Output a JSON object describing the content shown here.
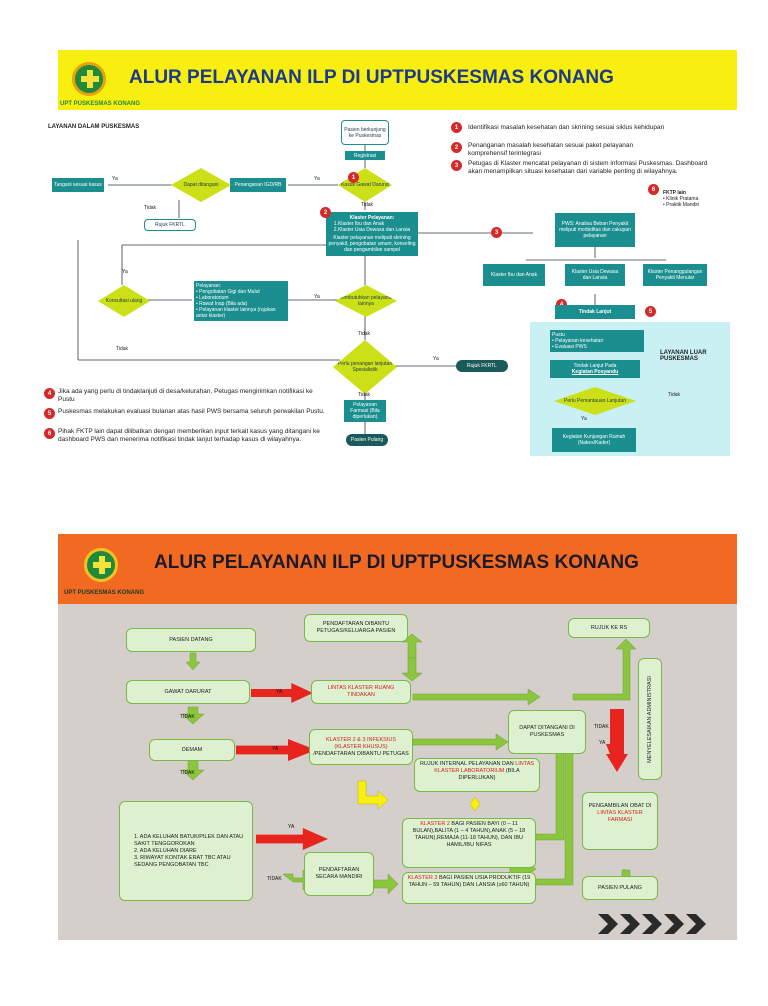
{
  "panel1": {
    "title": "ALUR PELAYANAN  ILP DI UPTPUSKESMAS KONANG",
    "logo_caption": "UPT PUSKESMAS KONANG",
    "section_inside": "LAYANAN DALAM PUSKESMAS",
    "section_outside": "LAYANAN LUAR PUSKESMAS",
    "boxes": {
      "pasien_berkunjung": "Pasien berkunjung ke Puskesmas",
      "registrasi": "Registrasi",
      "kasus_gawat": "Kasus Gawat Darurat",
      "penanganan_igd": "Penanganan IGD/RB",
      "dapat_ditangani": "Dapat ditangani",
      "tangani_sesuai": "Tangani sesuai kasus",
      "rujuk_fkrtl_1": "Rujuk FKRTL",
      "klaster_title": "Klaster Pelayanan:",
      "klaster_items": "1.Klaster Ibu dan Anak\n2.Klaster Usia Dewasa dan Lansia",
      "klaster_desc": "Klaster pelayanan meliputi skrining penyakit, pengobatan umum, konseling dan pengambilan sampel",
      "pelayanan": "Pelayanan:\n• Pengobatan Gigi dan Mulut\n• Laboratorium\n• Rawat Inap (Bila ada)\n• Pelayanan klaster lainnya (rujukan antar klaster)",
      "membutuhkan": "Membutuhkan pelayanan lainnya",
      "konsultasi": "Konsultasi ulang",
      "perlu_penanganan": "Perlu penangan lanjutan Spesialistik",
      "rujuk_fkrtl_2": "Rujuk FKRTL",
      "farmasi": "Pelayanan Farmasi (Bila diperlukan)",
      "pasien_pulang": "Pasien Pulang",
      "pws": "PWS: Analisa Beban Penyakit meliputi morbiditas dan cakupan pelayanan",
      "klaster_ibu": "Klaster Ibu dan Anak",
      "klaster_dewasa": "Klaster Usia Dewasa dan Lansia",
      "klaster_penanggulangan": "Klaster Penanggulangan Penyakit Menular",
      "tindak_lanjut": "Tindak Lanjut",
      "pustu": "Pustu\n• Pelayanan kesehatan\n• Evaluasi PWS",
      "tindak_posyandu_a": "Tindak Lanjut Pada ",
      "tindak_posyandu_b": "Kegiatan Posyandu",
      "perlu_pemantauan": "Perlu Pemantauan Lanjutan",
      "kunjungan_rumah": "Kegiatan Kunjungan Rumah (Nakes/Kader)",
      "fktp_lain_title": "FKTP lain",
      "fktp_lain_items": "• Klinik Pratama\n• Praktik Mandiri"
    },
    "labels": {
      "ya": "Ya",
      "tidak": "Tidak"
    },
    "numbers": [
      "1",
      "2",
      "3",
      "4",
      "5",
      "6"
    ],
    "notes_top": [
      {
        "n": "1",
        "text": "Identifikasi masalah kesehatan dan skrining sesuai siklus kehidupan"
      },
      {
        "n": "2",
        "text": "Penanganan masalah kesehatan sesuai paket pelayanan komprehensif terintegrasi"
      },
      {
        "n": "3",
        "text": "Petugas di Klaster mencatat pelayanan di sistem informasi Puskesmas. Dashboard akan menampilkan situasi kesehatan dari variable penting di wilayahnya."
      }
    ],
    "notes_bottom": [
      {
        "n": "4",
        "text": "Jika ada yang perlu di tindaklanjuti di desa/kelurahan, Petugas mengirimkan notifikasi ke Pustu"
      },
      {
        "n": "5",
        "text": "Puskesmas melakukan evaluasi bulanan atas hasil PWS bersama seluruh perwakilan Pustu."
      },
      {
        "n": "6",
        "text": "Pihak FKTP lain dapat dilibatkan dengan memberikan input terkait kasus yang ditangani ke dashboard PWS dan menerima notifikasi tindak lanjut terhadap kasus di wilayahnya."
      }
    ]
  },
  "panel2": {
    "title": "ALUR PELAYANAN  ILP DI UPTPUSKESMAS KONANG",
    "logo_caption": "UPT PUSKESMAS KONANG",
    "boxes": {
      "pasien_datang": "PASIEN DATANG",
      "gawat_darurat": "GAWAT DARURAT",
      "demam": "DEMAM",
      "keluhan": "1.  ADA KELUHAN BATUK/PILEK DAN ATAU SAKIT TENGGOROKAN\n2.  ADA KELUHAN DIARE\n3.  RIWAYAT KONTAK ERAT TBC ATAU SEDANG PENGOBATAN TBC",
      "pendaftaran_dibantu": "PENDAFTARAN DIBANTU PETUGAS/KELUARGA PASIEN",
      "lintas_tindakan": "LINTAS KLASTER RUANG TINDAKAN",
      "klaster_infeksius_a": "KLASTER 2 & 3 INFEKSIUS (KLASTER KHUSUS)",
      "klaster_infeksius_b": "/PENDAFTARAN DIBANTU PETUGAS",
      "rujuk_internal_a": "RUJUK INTERNAL PELAYANAN DAN ",
      "rujuk_internal_b": "LINTAS KLASTER LABORATORIUM",
      "rujuk_internal_c": " (BILA DIPERLUKAN)",
      "klaster2_a": "KLASTER 2",
      "klaster2_b": " BAGI PASIEN BAYI (0 – 11 BULAN),BALITA (1 – 4 TAHUN),ANAK (5 – 18 TAHUN),REMAJA (11-18 TAHUN), DAN IBU HAMIL/IBU NIFAS",
      "pendaftaran_mandiri": "PENDAFTARAN SECARA MANDIRI",
      "klaster3_a": "KLASTER 3",
      "klaster3_b": " BAGI PASIEN USIA PRODUKTIF (19 TAHUN – 59 TAHUN) DAN LANSIA (≥60 TAHUN)",
      "dapat_ditangani": "DAPAT DITANGANI DI PUSKESMAS",
      "rujuk_rs": "RUJUK KE RS",
      "administrasi": "MENYELESAIKAN ADMINISTRASI",
      "obat_a": "PENGAMBILAN OBAT DI ",
      "obat_b": "LINTAS KLASTER FARMASI",
      "pasien_pulang": "PASIEN PULANG"
    },
    "labels": {
      "ya": "YA",
      "tidak": "TIDAK"
    }
  }
}
